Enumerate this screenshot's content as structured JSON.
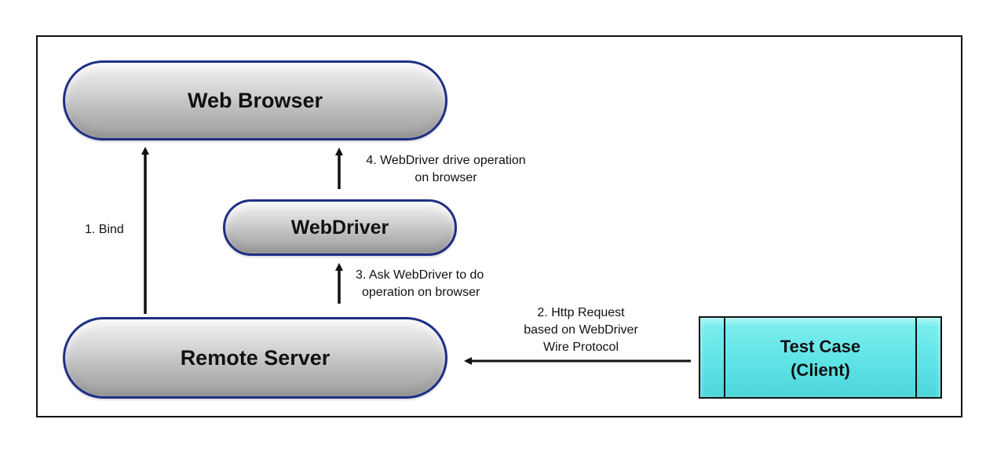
{
  "nodes": {
    "web_browser": "Web Browser",
    "webdriver": "WebDriver",
    "remote_server": "Remote Server",
    "client_line1": "Test Case",
    "client_line2": "(Client)"
  },
  "edges": {
    "bind": "1. Bind",
    "http_line1": "2. Http Request",
    "http_line2": "based on WebDriver",
    "http_line3": "Wire Protocol",
    "ask_line1": "3. Ask WebDriver to do",
    "ask_line2": "operation on browser",
    "drive_line1": "4. WebDriver drive operation",
    "drive_line2": "on browser"
  },
  "colors": {
    "pill_border": "#1f2f86",
    "client_fill": "#5fe3e6",
    "arrow": "#111111"
  }
}
